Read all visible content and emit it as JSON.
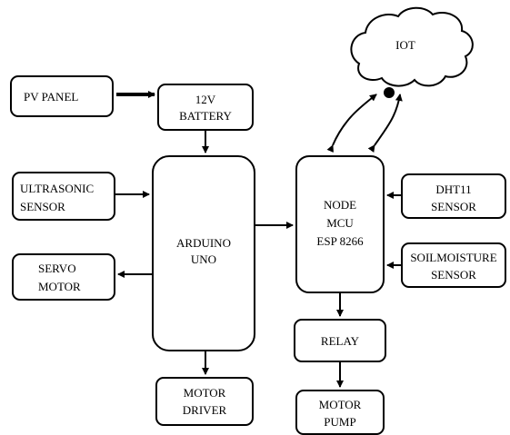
{
  "blocks": {
    "pv_panel": "PV PANEL",
    "battery": {
      "line1": "12V",
      "line2": "BATTERY"
    },
    "ultrasonic": {
      "line1": "ULTRASONIC",
      "line2": "SENSOR"
    },
    "servo": {
      "line1": "SERVO",
      "line2": "MOTOR"
    },
    "arduino": {
      "line1": "ARDUINO",
      "line2": "UNO"
    },
    "motor_driver": {
      "line1": "MOTOR",
      "line2": "DRIVER"
    },
    "nodemcu": {
      "line1": "NODE",
      "line2": "MCU",
      "line3": "ESP 8266"
    },
    "dht11": {
      "line1": "DHT11",
      "line2": "SENSOR"
    },
    "soil": {
      "line1": "SOILMOISTURE",
      "line2": "SENSOR"
    },
    "relay": "RELAY",
    "motor_pump": {
      "line1": "MOTOR",
      "line2": "PUMP"
    },
    "iot": "IOT"
  }
}
